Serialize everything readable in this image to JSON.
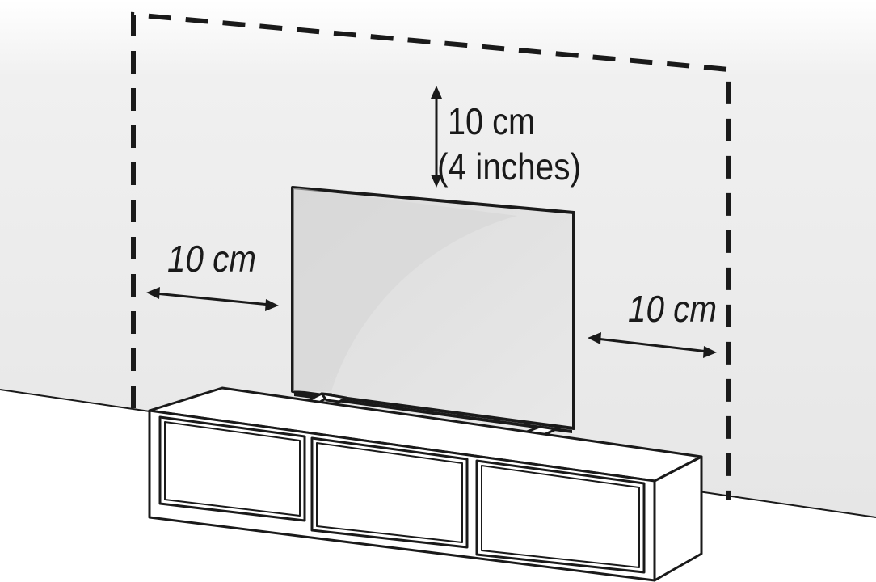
{
  "labels": {
    "top_distance": "10 cm",
    "top_distance_imperial": "(4 inches)",
    "left_distance": "10 cm",
    "right_distance": "10 cm"
  },
  "colors": {
    "line": "#1a1a1a",
    "wall": "#e9e9e9",
    "floor": "#ffffff",
    "screen": "#e4e4e4",
    "screen_highlight": "#f2f2f2"
  }
}
